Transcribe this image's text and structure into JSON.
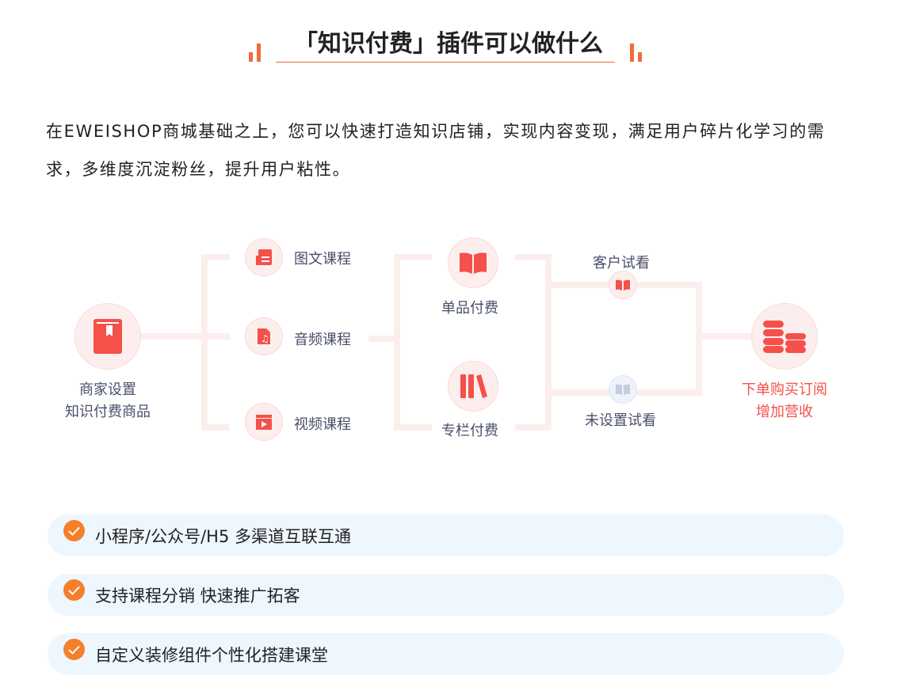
{
  "title": "「知识付费」插件可以做什么",
  "intro": "在EWEISHOP商城基础之上，您可以快速打造知识店铺，实现内容变现，满足用户碎片化学习的需求，多维度沉淀粉丝，提升用户粘性。",
  "diagram": {
    "merchant": [
      "商家设置",
      "知识付费商品"
    ],
    "types": [
      "图文课程",
      "音频课程",
      "视频课程"
    ],
    "pay": [
      "单品付费",
      "专栏付费"
    ],
    "trial": [
      "客户试看",
      "未设置试看"
    ],
    "result": [
      "下单购买订阅",
      "增加营收"
    ]
  },
  "features": [
    "小程序/公众号/H5 多渠道互联互通",
    "支持课程分销 快速推广拓客",
    "自定义装修组件个性化搭建课堂"
  ],
  "colors": {
    "accent": "#f26a3a",
    "icon_red": "#f5504a",
    "check": "#f57f2a",
    "pill_bg": "#eef6fe",
    "line": "#fdeeee"
  }
}
